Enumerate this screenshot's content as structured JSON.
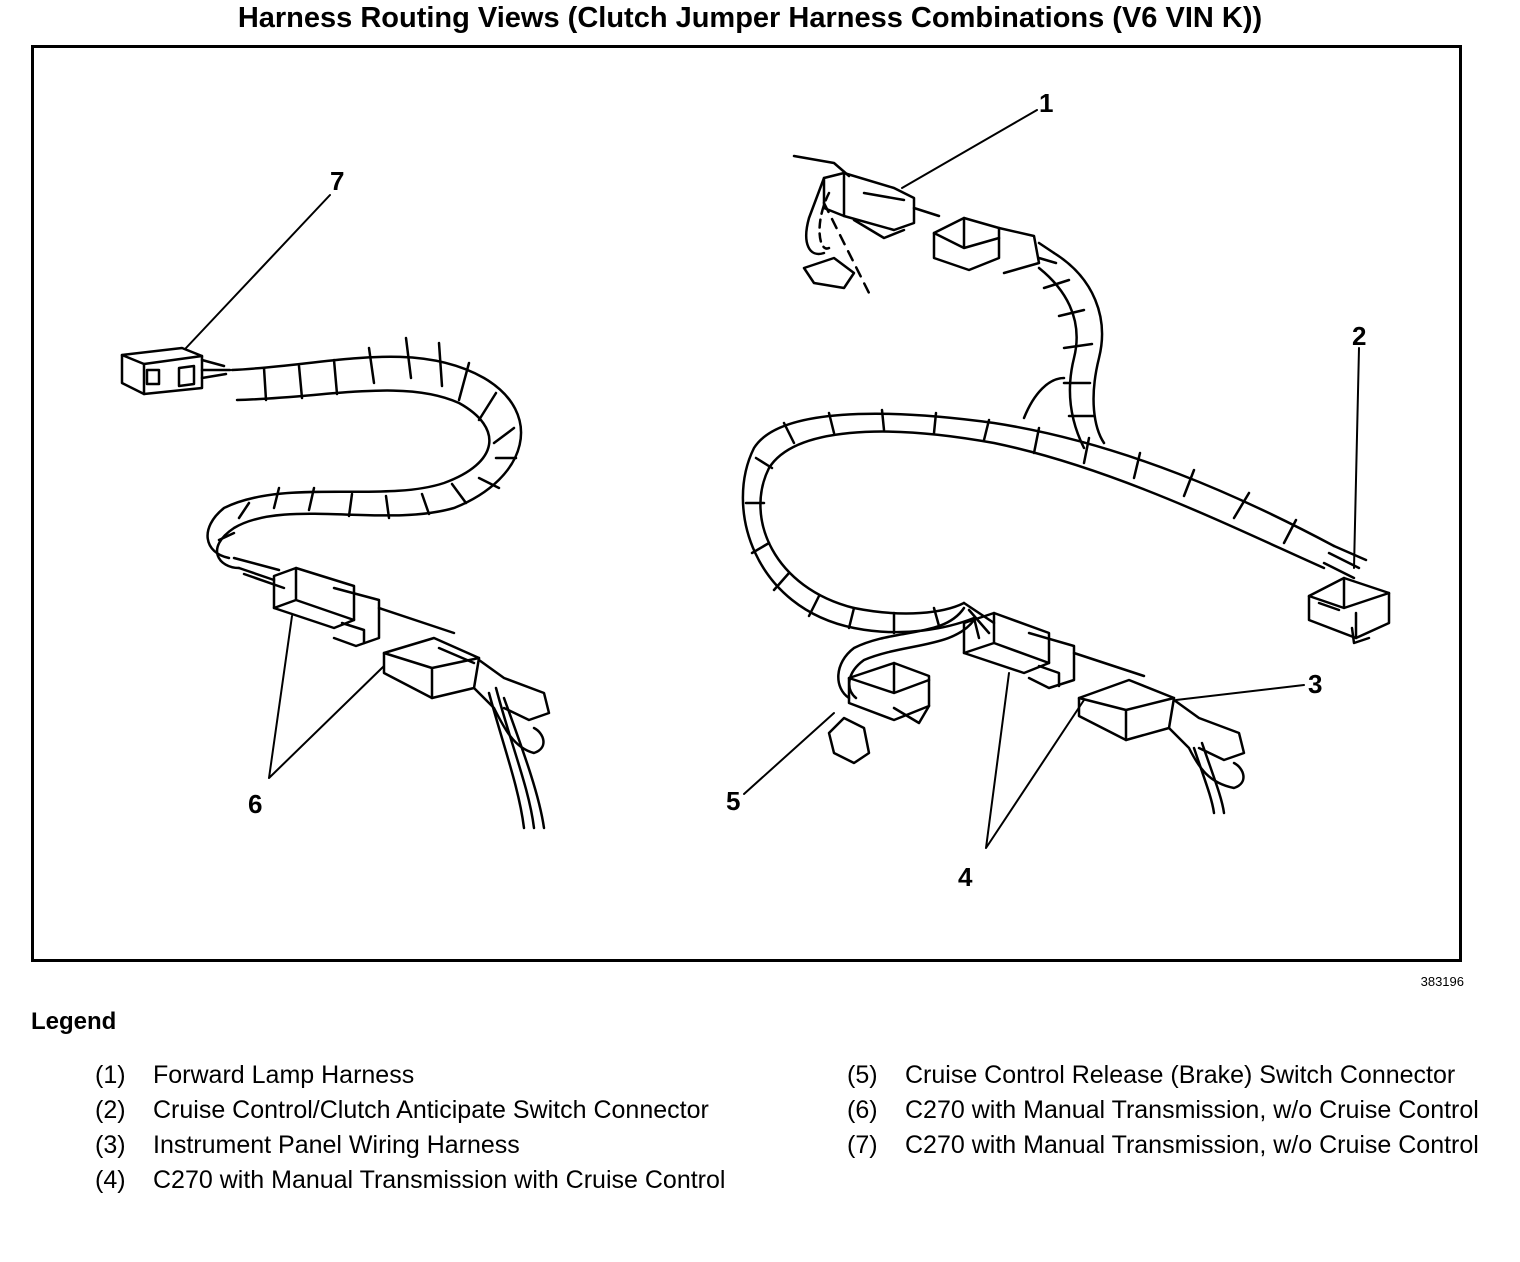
{
  "title": "Harness Routing Views (Clutch Jumper Harness Combinations (V6 VIN K))",
  "figure_id": "383196",
  "callouts": [
    "1",
    "2",
    "3",
    "4",
    "5",
    "6",
    "7"
  ],
  "legend": {
    "heading": "Legend",
    "left": [
      {
        "num": "(1)",
        "text": "Forward Lamp Harness"
      },
      {
        "num": "(2)",
        "text": "Cruise Control/Clutch Anticipate Switch Connector"
      },
      {
        "num": "(3)",
        "text": "Instrument Panel Wiring Harness"
      },
      {
        "num": "(4)",
        "text": "C270 with Manual Transmission with Cruise Control"
      }
    ],
    "right": [
      {
        "num": "(5)",
        "text": "Cruise Control Release (Brake) Switch Connector"
      },
      {
        "num": "(6)",
        "text": "C270 with Manual Transmission, w/o Cruise Control"
      },
      {
        "num": "(7)",
        "text": "C270 with Manual Transmission, w/o Cruise Control"
      }
    ]
  }
}
